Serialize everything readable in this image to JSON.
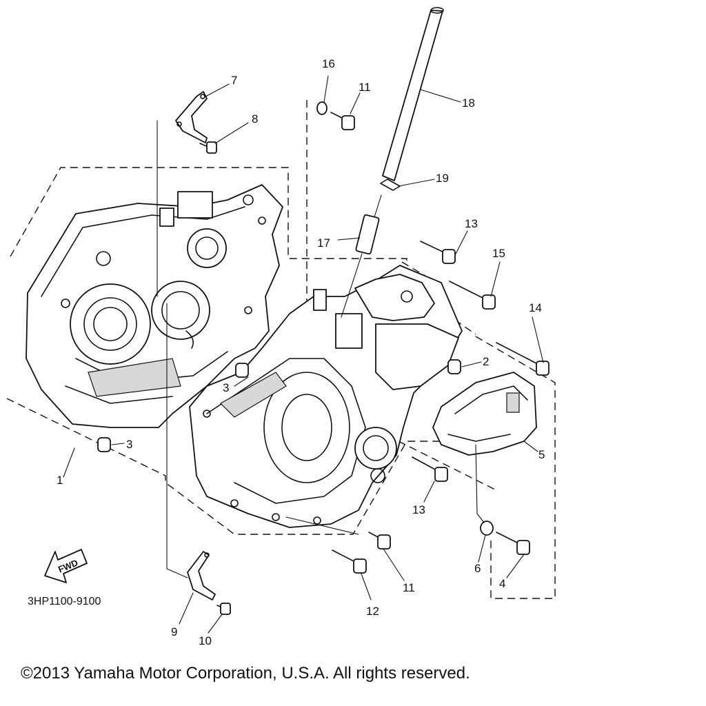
{
  "diagram_code": "3HP1100-9100",
  "fwd_label": "FWD",
  "copyright": "©2013 Yamaha Motor Corporation, U.S.A. All rights reserved.",
  "callouts": {
    "c1": "1",
    "c2": "2",
    "c3a": "3",
    "c3b": "3",
    "c4": "4",
    "c5": "5",
    "c6": "6",
    "c7": "7",
    "c8": "8",
    "c9": "9",
    "c10": "10",
    "c11a": "11",
    "c11b": "11",
    "c12": "12",
    "c13a": "13",
    "c13b": "13",
    "c14": "14",
    "c15": "15",
    "c16": "16",
    "c17": "17",
    "c18": "18",
    "c19": "19"
  }
}
